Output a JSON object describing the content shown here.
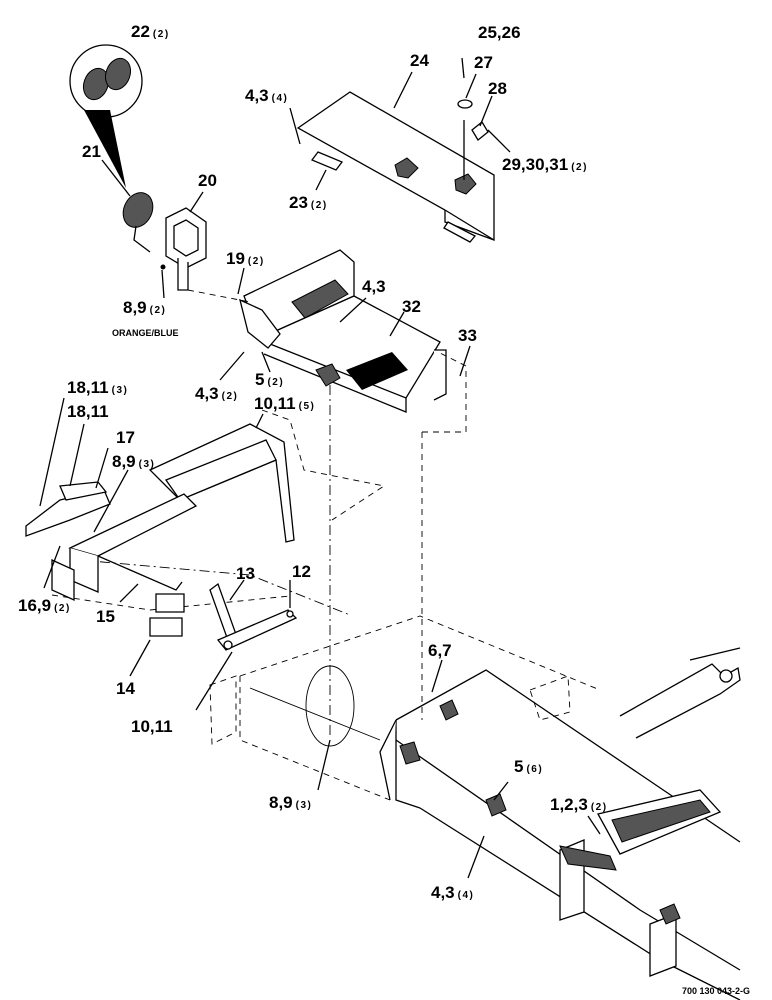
{
  "figure": {
    "drawing_number": "700 130 043-2-G",
    "wire_note": "ORANGE/BLUE"
  },
  "callouts": [
    {
      "id": "c22",
      "label": "22",
      "qty": "(2)"
    },
    {
      "id": "c21",
      "label": "21",
      "qty": ""
    },
    {
      "id": "c20",
      "label": "20",
      "qty": ""
    },
    {
      "id": "c24",
      "label": "24",
      "qty": ""
    },
    {
      "id": "c4_3_a",
      "label": "4,3",
      "qty": "(4)"
    },
    {
      "id": "c25_26",
      "label": "25,26",
      "qty": ""
    },
    {
      "id": "c27",
      "label": "27",
      "qty": ""
    },
    {
      "id": "c28",
      "label": "28",
      "qty": ""
    },
    {
      "id": "c29_30_31",
      "label": "29,30,31",
      "qty": "(2)"
    },
    {
      "id": "c23",
      "label": "23",
      "qty": "(2)"
    },
    {
      "id": "c19",
      "label": "19",
      "qty": "(2)"
    },
    {
      "id": "c4_3_b",
      "label": "4,3",
      "qty": ""
    },
    {
      "id": "c32",
      "label": "32",
      "qty": ""
    },
    {
      "id": "c8_9_a",
      "label": "8,9",
      "qty": "(2)"
    },
    {
      "id": "c33",
      "label": "33",
      "qty": ""
    },
    {
      "id": "c5_a",
      "label": "5",
      "qty": "(2)"
    },
    {
      "id": "c4_3_c",
      "label": "4,3",
      "qty": "(2)"
    },
    {
      "id": "c10_11_a",
      "label": "10,11",
      "qty": "(5)"
    },
    {
      "id": "c18_11_a",
      "label": "18,11",
      "qty": "(3)"
    },
    {
      "id": "c18_11_b",
      "label": "18,11",
      "qty": ""
    },
    {
      "id": "c17",
      "label": "17",
      "qty": ""
    },
    {
      "id": "c8_9_b",
      "label": "8,9",
      "qty": "(3)"
    },
    {
      "id": "c13",
      "label": "13",
      "qty": ""
    },
    {
      "id": "c12",
      "label": "12",
      "qty": ""
    },
    {
      "id": "c16_9",
      "label": "16,9",
      "qty": "(2)"
    },
    {
      "id": "c15",
      "label": "15",
      "qty": ""
    },
    {
      "id": "c14",
      "label": "14",
      "qty": ""
    },
    {
      "id": "c10_11_b",
      "label": "10,11",
      "qty": ""
    },
    {
      "id": "c6_7",
      "label": "6,7",
      "qty": ""
    },
    {
      "id": "c5_b",
      "label": "5",
      "qty": "(6)"
    },
    {
      "id": "c1_2_3",
      "label": "1,2,3",
      "qty": "(2)"
    },
    {
      "id": "c8_9_c",
      "label": "8,9",
      "qty": "(3)"
    },
    {
      "id": "c4_3_d",
      "label": "4,3",
      "qty": "(4)"
    }
  ]
}
